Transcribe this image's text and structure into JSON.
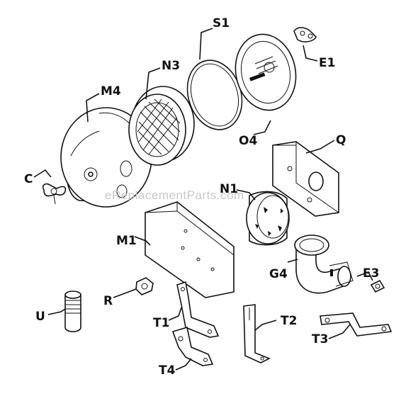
{
  "watermark": "eReplacementParts.com",
  "parts": [
    {
      "key": "S1",
      "label": "S1"
    },
    {
      "key": "N3",
      "label": "N3"
    },
    {
      "key": "E1",
      "label": "E1"
    },
    {
      "key": "M4",
      "label": "M4"
    },
    {
      "key": "O4",
      "label": "O4"
    },
    {
      "key": "Q",
      "label": "Q"
    },
    {
      "key": "C",
      "label": "C"
    },
    {
      "key": "N1",
      "label": "N1"
    },
    {
      "key": "M1",
      "label": "M1"
    },
    {
      "key": "G4",
      "label": "G4"
    },
    {
      "key": "E3",
      "label": "E3"
    },
    {
      "key": "R",
      "label": "R"
    },
    {
      "key": "U",
      "label": "U"
    },
    {
      "key": "T1",
      "label": "T1"
    },
    {
      "key": "T2",
      "label": "T2"
    },
    {
      "key": "T3",
      "label": "T3"
    },
    {
      "key": "T4",
      "label": "T4"
    }
  ]
}
